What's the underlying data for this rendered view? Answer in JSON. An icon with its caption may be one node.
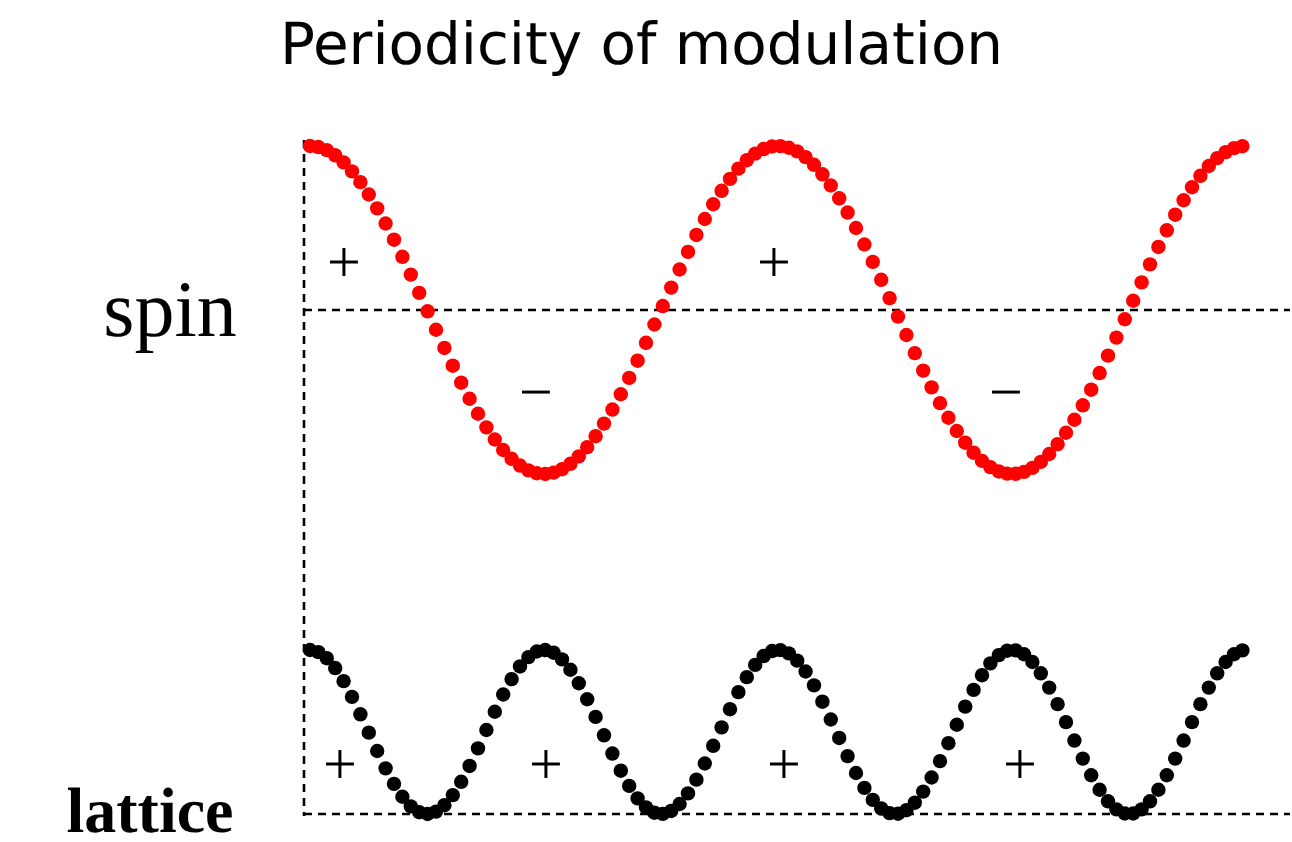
{
  "diagram": {
    "title": "Periodicity of modulation",
    "labels": [
      "+",
      "+",
      "spin",
      "−",
      "−",
      "+",
      "+",
      "+",
      "+",
      "lattice"
    ]
  }
}
